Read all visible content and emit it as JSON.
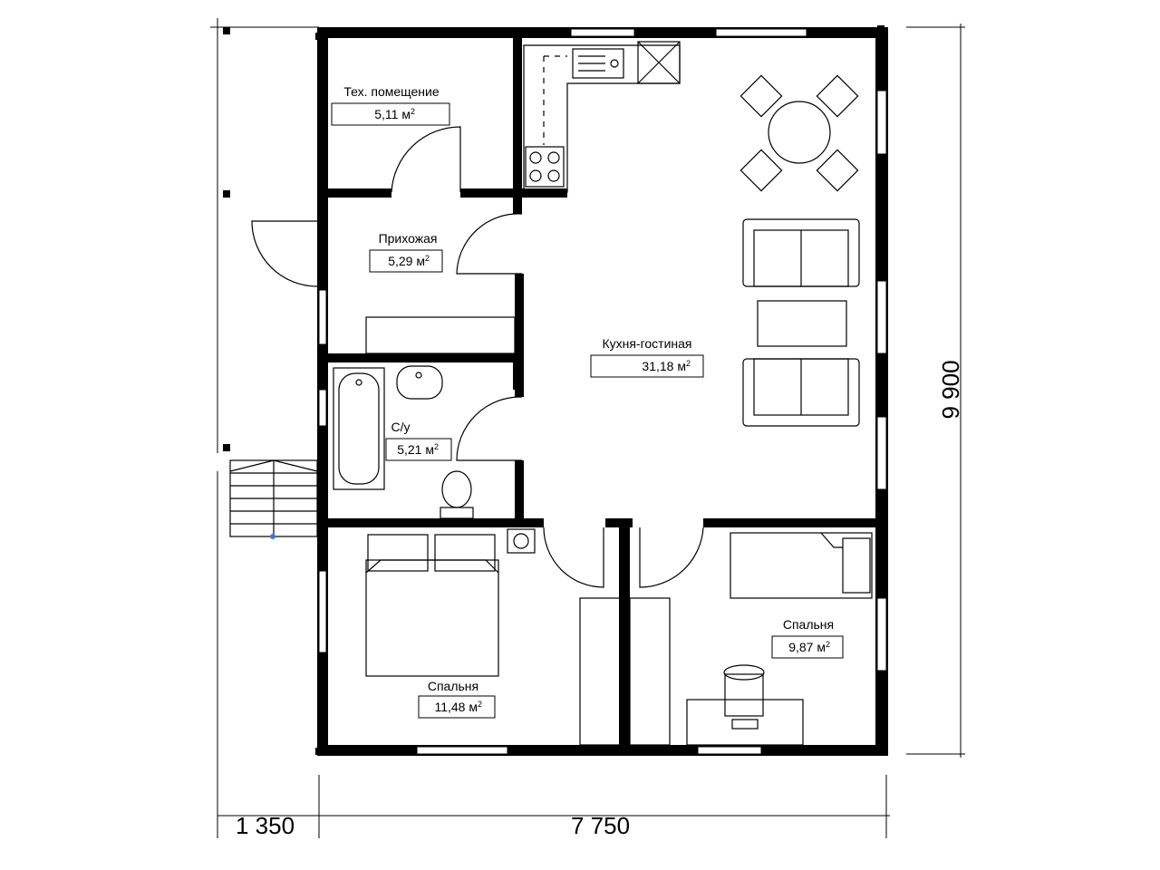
{
  "rooms": [
    {
      "name": "Тех. помещение",
      "area": "5,11 м",
      "sup": "2"
    },
    {
      "name": "Прихожая",
      "area": "5,29 м",
      "sup": "2"
    },
    {
      "name": "Кухня-гостиная",
      "area": "31,18 м",
      "sup": "2"
    },
    {
      "name": "С/у",
      "area": "5,21 м",
      "sup": "2"
    },
    {
      "name": "Спальня",
      "area": "9,87 м",
      "sup": "2"
    },
    {
      "name": "Спальня",
      "area": "11,48 м",
      "sup": "2"
    }
  ],
  "dimensions": {
    "width": "7 750",
    "porch_width": "1 350",
    "height": "9 900"
  }
}
